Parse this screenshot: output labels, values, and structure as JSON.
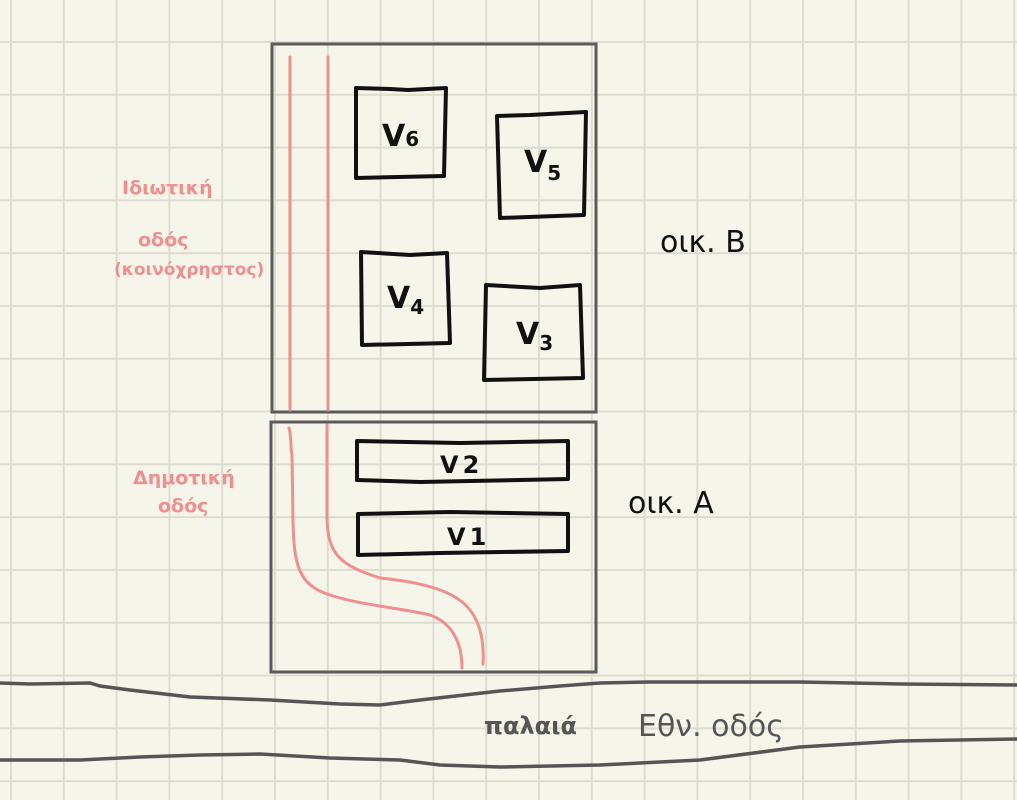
{
  "colors": {
    "paper": "#f6f5ea",
    "grid": "#dddcd0",
    "building_outline": "#5a5a5a",
    "unit_outline": "#111111",
    "road_pink": "#ef8f8f",
    "old_road": "#555555"
  },
  "buildings": [
    {
      "id": "B",
      "label": "οικ. Β"
    },
    {
      "id": "A",
      "label": "οικ. Α"
    }
  ],
  "units": [
    {
      "id": "V6",
      "letter": "V",
      "num": "6"
    },
    {
      "id": "V5",
      "letter": "V",
      "num": "5"
    },
    {
      "id": "V4",
      "letter": "V",
      "num": "4"
    },
    {
      "id": "V3",
      "letter": "V",
      "num": "3"
    },
    {
      "id": "V2",
      "letter": "V",
      "num": "2"
    },
    {
      "id": "V1",
      "letter": "V",
      "num": "1"
    }
  ],
  "roads": {
    "private": {
      "line1": "Ιδιωτική",
      "line2": "οδός",
      "line3": "(κοινόχρηστος)"
    },
    "municipal": {
      "line1": "Δημοτική",
      "line2": "οδός"
    },
    "national": {
      "prefix": "παλαιά",
      "name": "Εθν. οδός"
    }
  }
}
